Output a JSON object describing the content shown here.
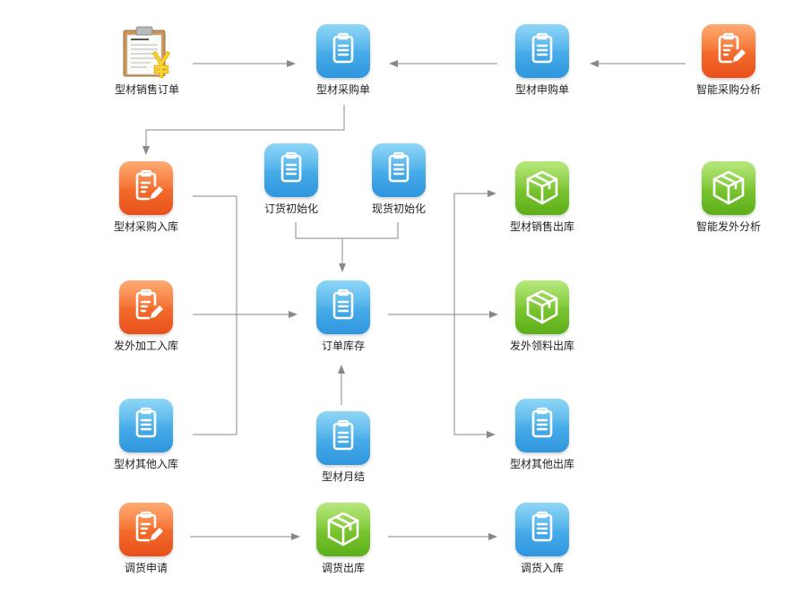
{
  "nodes": {
    "sales_order": {
      "label": "型材销售订单",
      "icon": "receipt-yen-icon"
    },
    "purchase_order": {
      "label": "型材采购单",
      "icon": "clipboard-icon"
    },
    "purchase_request": {
      "label": "型材申购单",
      "icon": "clipboard-icon"
    },
    "smart_purchase": {
      "label": "智能采购分析",
      "icon": "clipboard-edit-icon"
    },
    "purchase_inbound": {
      "label": "型材采购入库",
      "icon": "clipboard-edit-icon"
    },
    "order_init": {
      "label": "订货初始化",
      "icon": "clipboard-icon"
    },
    "stock_init": {
      "label": "现货初始化",
      "icon": "clipboard-icon"
    },
    "sales_outbound": {
      "label": "型材销售出库",
      "icon": "box-icon"
    },
    "smart_outsource": {
      "label": "智能发外分析",
      "icon": "box-icon"
    },
    "outsource_inbound": {
      "label": "发外加工入库",
      "icon": "clipboard-edit-icon"
    },
    "order_inventory": {
      "label": "订单库存",
      "icon": "clipboard-icon"
    },
    "outsource_material_out": {
      "label": "发外领料出库",
      "icon": "box-icon"
    },
    "other_inbound": {
      "label": "型材其他入库",
      "icon": "clipboard-icon"
    },
    "monthly_close": {
      "label": "型材月结",
      "icon": "clipboard-icon"
    },
    "other_outbound": {
      "label": "型材其他出库",
      "icon": "clipboard-icon"
    },
    "transfer_request": {
      "label": "调货申请",
      "icon": "clipboard-edit-icon"
    },
    "transfer_out": {
      "label": "调货出库",
      "icon": "box-icon"
    },
    "transfer_in": {
      "label": "调货入库",
      "icon": "clipboard-icon"
    }
  },
  "colors": {
    "blue_tile": "#3ba6e6",
    "orange_tile": "#f26a2a",
    "green_tile": "#7cc832",
    "connector": "#888888",
    "label_text": "#222222"
  }
}
